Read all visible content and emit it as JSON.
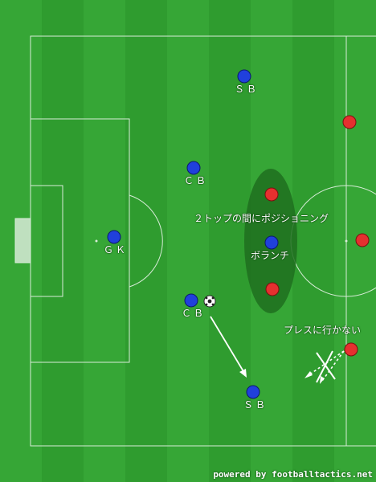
{
  "players_blue": [
    {
      "id": "sb_top",
      "label": "ＳＢ"
    },
    {
      "id": "cb_top",
      "label": "ＣＢ"
    },
    {
      "id": "gk",
      "label": "ＧＫ"
    },
    {
      "id": "volante",
      "label": "ボランチ"
    },
    {
      "id": "cb_bottom",
      "label": "ＣＢ"
    },
    {
      "id": "sb_bottom",
      "label": "ＳＢ"
    }
  ],
  "annotations": {
    "gap_note": "２トップの間にポジショニング",
    "no_press_note": "プレスに行かない"
  },
  "credit": "powered by footballtactics.net",
  "colors": {
    "grass_light": "#3aa83a",
    "grass_dark": "#2e9b2e",
    "blue_player": "#1f3fd8",
    "red_player": "#e02a2a",
    "shadow_zone": "#1e6b1e"
  }
}
